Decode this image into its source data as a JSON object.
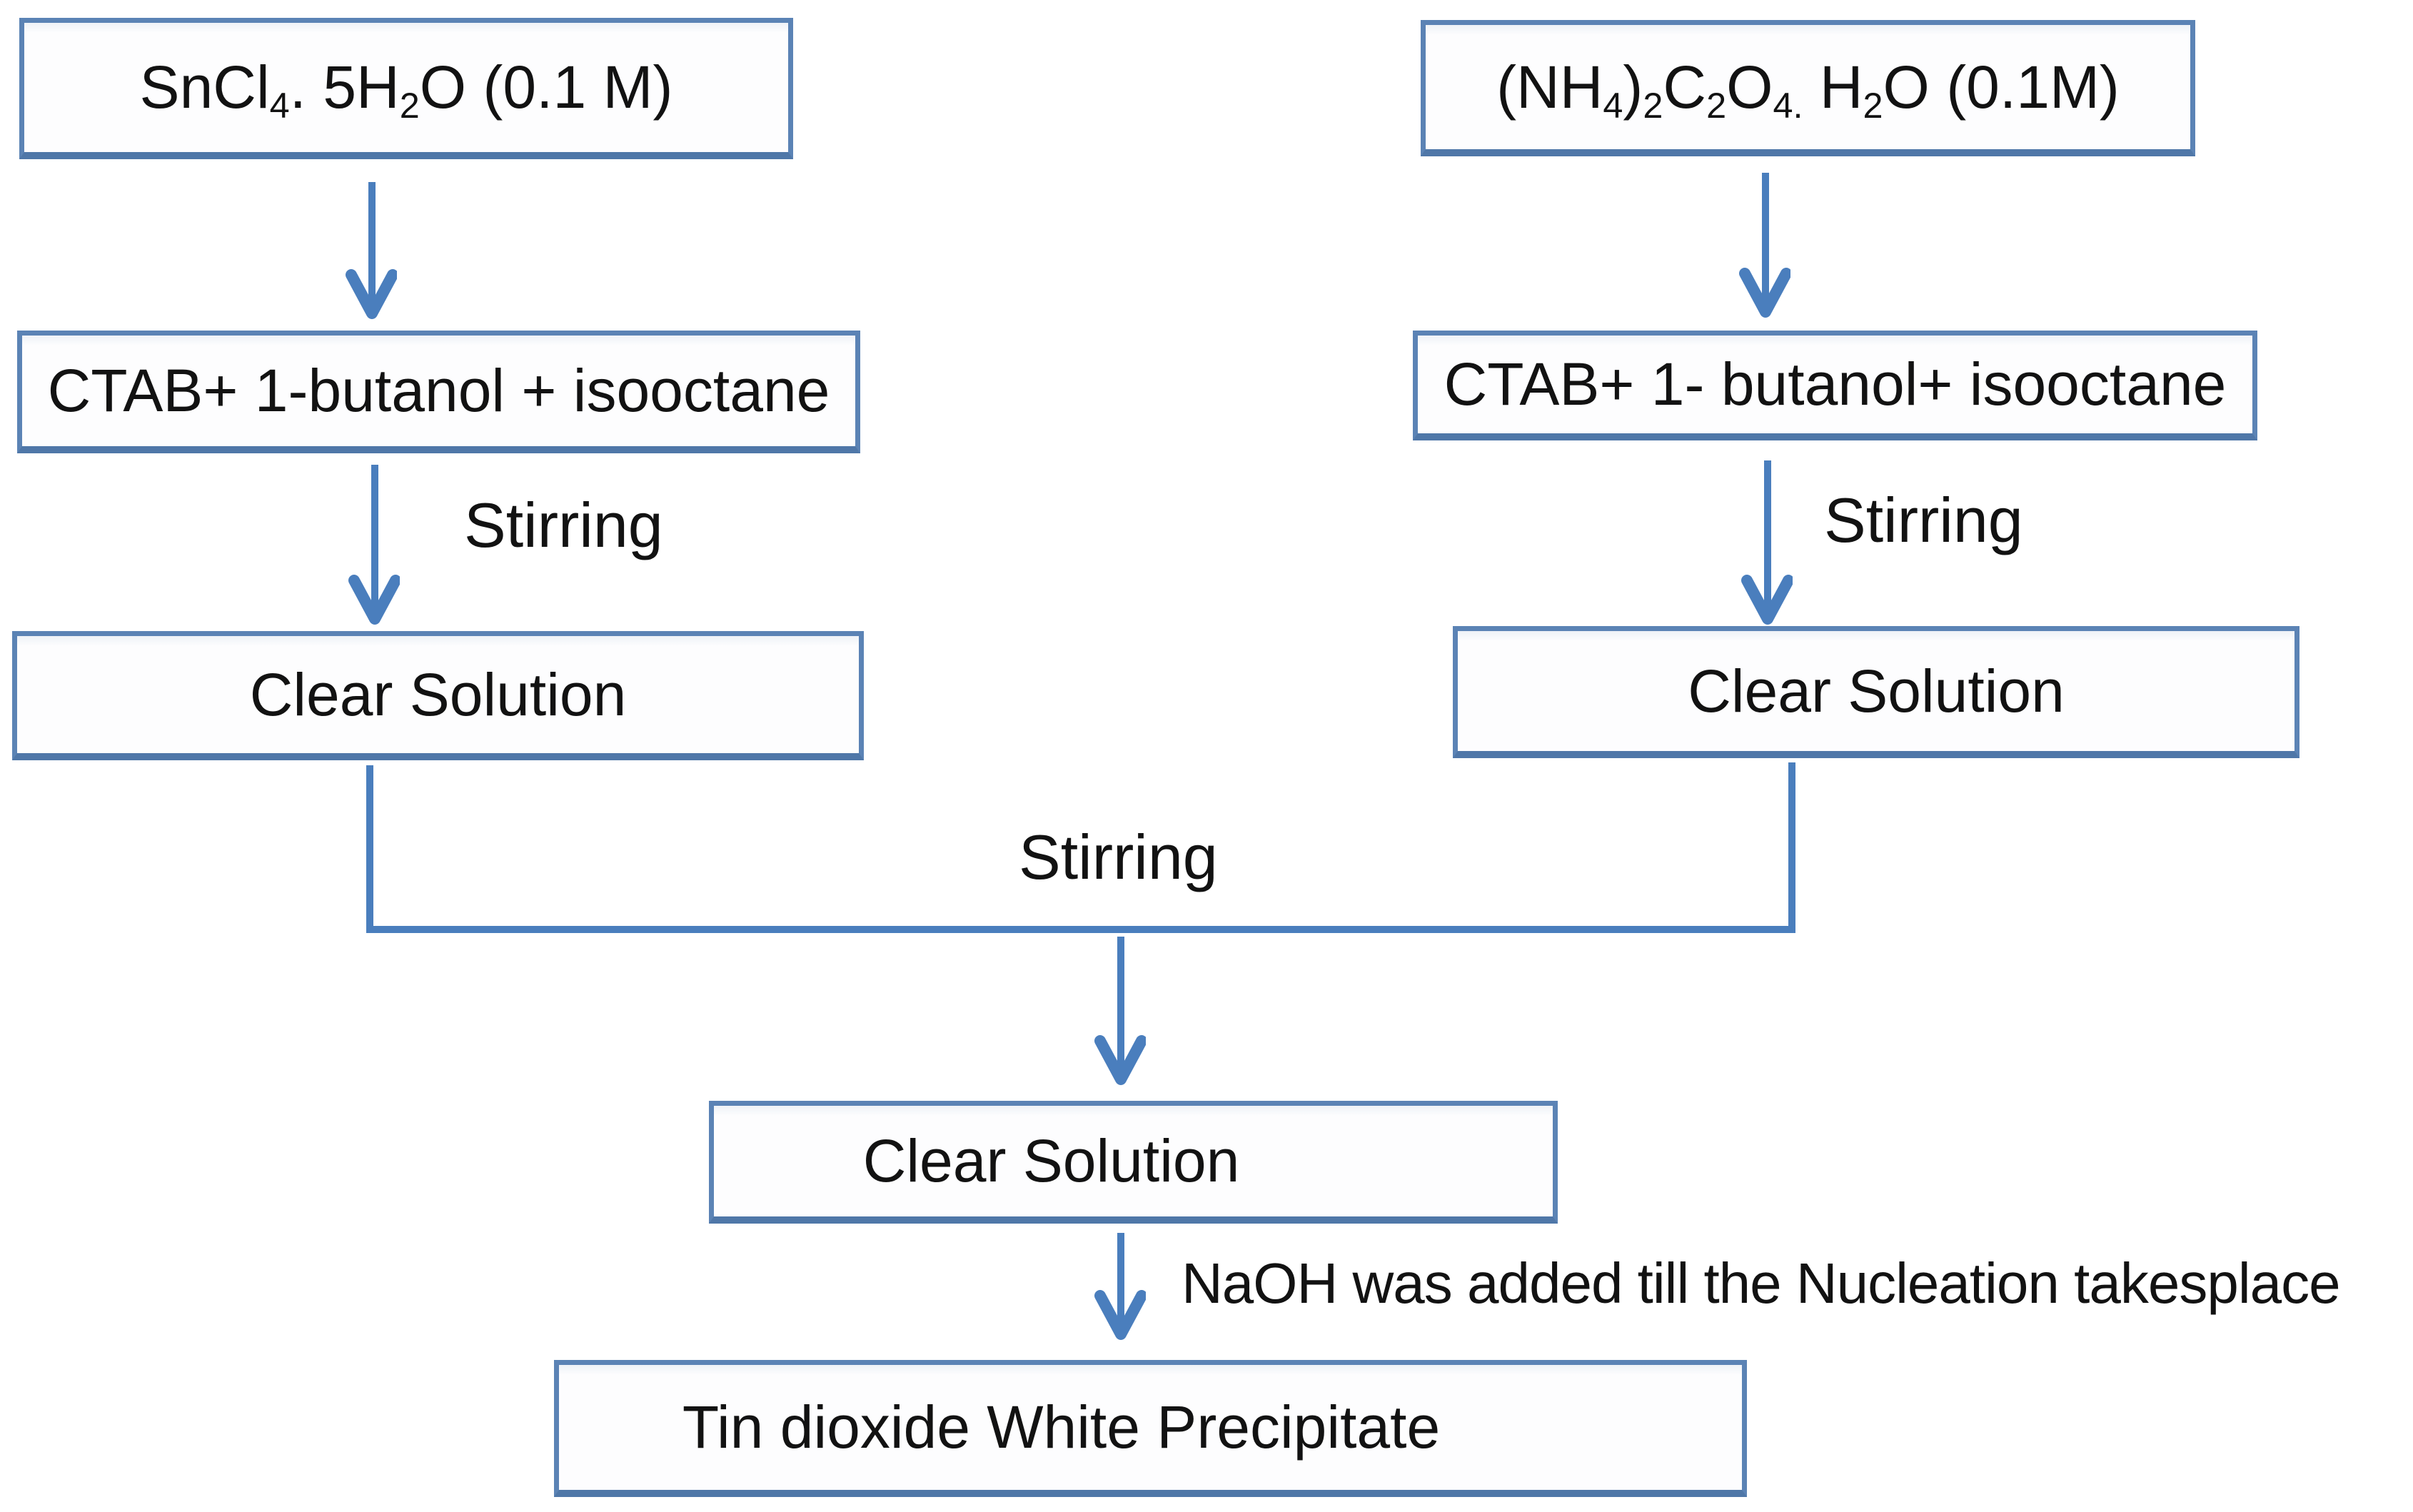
{
  "theme": {
    "background": "#ffffff",
    "box_background": "#fdfdfe",
    "box_border_color": "#5b83b5",
    "box_border_bottom_color": "#4f77a8",
    "arrow_color": "#4a7ebd",
    "text_color": "#121212"
  },
  "diagram": {
    "boxes": {
      "tin_chloride": {
        "segments": [
          {
            "t": "SnCl"
          },
          {
            "t": "4",
            "sub": true
          },
          {
            "t": ". 5H"
          },
          {
            "t": "2",
            "sub": true
          },
          {
            "t": "O (0.1 M)"
          }
        ]
      },
      "ammonium_oxalate": {
        "segments": [
          {
            "t": "(NH"
          },
          {
            "t": "4",
            "sub": true
          },
          {
            "t": ")"
          },
          {
            "t": "2",
            "sub": true
          },
          {
            "t": "C"
          },
          {
            "t": "2",
            "sub": true
          },
          {
            "t": "O"
          },
          {
            "t": "4.",
            "sub": true
          },
          {
            "t": " H"
          },
          {
            "t": "2",
            "sub": true
          },
          {
            "t": "O (0.1M)"
          }
        ]
      },
      "ctab_left": {
        "text": "CTAB+ 1-butanol + isooctane"
      },
      "ctab_right": {
        "text": "CTAB+ 1- butanol+ isooctane"
      },
      "clear_left": {
        "text": "Clear Solution"
      },
      "clear_right": {
        "text": "Clear Solution"
      },
      "clear_merged": {
        "text": "Clear Solution"
      },
      "precipitate": {
        "text": "Tin dioxide White Precipitate"
      }
    },
    "labels": {
      "stirring_left": "Stirring",
      "stirring_right": "Stirring",
      "stirring_merge": "Stirring",
      "naoh_note": "NaOH was added till the Nucleation takesplace"
    }
  }
}
